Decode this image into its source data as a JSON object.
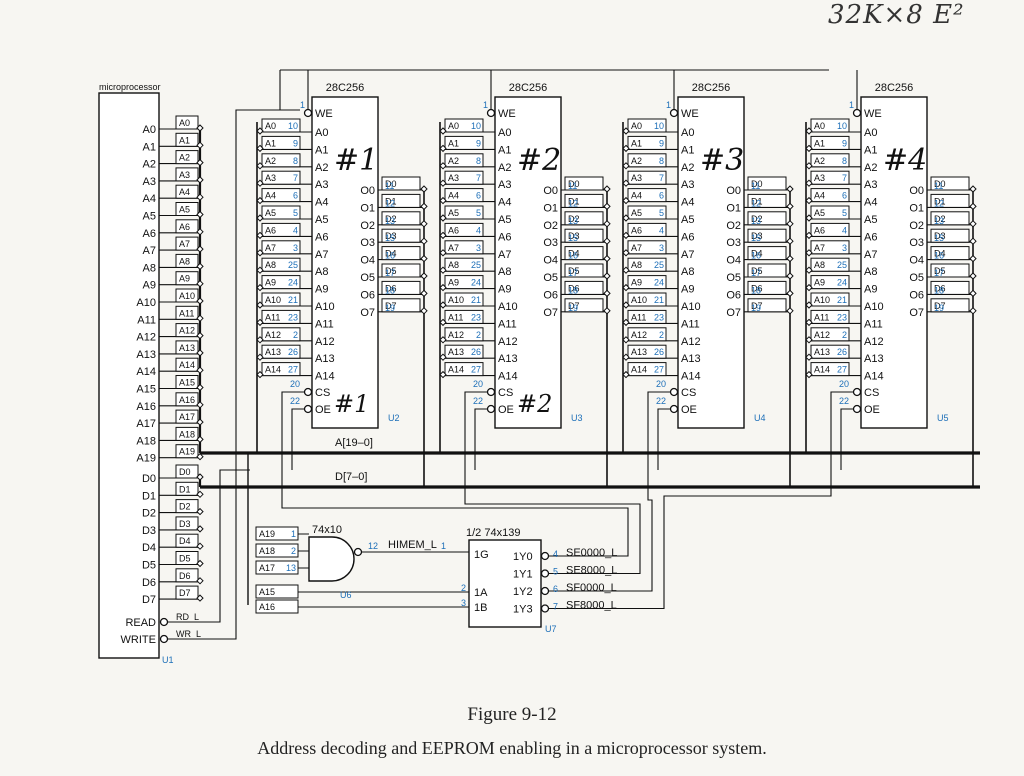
{
  "caption": {
    "title": "Figure 9-12",
    "description": "Address decoding and EEPROM enabling in a microprocessor system."
  },
  "handwritten_note": "32K×8 E²",
  "microprocessor": {
    "label": "microprocessor",
    "ref": "U1",
    "address_pins": [
      "A0",
      "A1",
      "A2",
      "A3",
      "A4",
      "A5",
      "A6",
      "A7",
      "A8",
      "A9",
      "A10",
      "A11",
      "A12",
      "A13",
      "A14",
      "A15",
      "A16",
      "A17",
      "A18",
      "A19"
    ],
    "data_pins": [
      "D0",
      "D1",
      "D2",
      "D3",
      "D4",
      "D5",
      "D6",
      "D7"
    ],
    "control_pins": [
      "READ",
      "WRITE"
    ],
    "control_signals": [
      "RD_L",
      "WR_L"
    ]
  },
  "memory_pin_map": [
    {
      "name": "A0",
      "num": "10"
    },
    {
      "name": "A1",
      "num": "9"
    },
    {
      "name": "A2",
      "num": "8"
    },
    {
      "name": "A3",
      "num": "7"
    },
    {
      "name": "A4",
      "num": "6"
    },
    {
      "name": "A5",
      "num": "5"
    },
    {
      "name": "A6",
      "num": "4"
    },
    {
      "name": "A7",
      "num": "3"
    },
    {
      "name": "A8",
      "num": "25"
    },
    {
      "name": "A9",
      "num": "24"
    },
    {
      "name": "A10",
      "num": "21"
    },
    {
      "name": "A11",
      "num": "23"
    },
    {
      "name": "A12",
      "num": "2"
    },
    {
      "name": "A13",
      "num": "26"
    },
    {
      "name": "A14",
      "num": "27"
    }
  ],
  "memory_output_map": [
    {
      "name": "O0",
      "num": "11",
      "data": "D0"
    },
    {
      "name": "O1",
      "num": "12",
      "data": "D1"
    },
    {
      "name": "O2",
      "num": "13",
      "data": "D2"
    },
    {
      "name": "O3",
      "num": "15",
      "data": "D3"
    },
    {
      "name": "O4",
      "num": "16",
      "data": "D4"
    },
    {
      "name": "O5",
      "num": "17",
      "data": "D5"
    },
    {
      "name": "O6",
      "num": "18",
      "data": "D6"
    },
    {
      "name": "O7",
      "num": "19",
      "data": "D7"
    }
  ],
  "memory_chips": [
    {
      "part": "28C256",
      "ref": "U2",
      "note": "#1",
      "cs_note": "#1"
    },
    {
      "part": "28C256",
      "ref": "U3",
      "note": "#2",
      "cs_note": "#2"
    },
    {
      "part": "28C256",
      "ref": "U4",
      "note": "#3",
      "cs_note": ""
    },
    {
      "part": "28C256",
      "ref": "U5",
      "note": "#4",
      "cs_note": ""
    }
  ],
  "control_pin_labels": {
    "we": "WE",
    "cs": "CS",
    "oe": "OE",
    "we_num": "1",
    "cs_num": "20",
    "oe_num": "22"
  },
  "buses": {
    "address": "A[19–0]",
    "data": "D[7–0]"
  },
  "nand_gate": {
    "part": "74x10",
    "ref": "U6",
    "inputs": [
      {
        "name": "A19",
        "num": "1"
      },
      {
        "name": "A18",
        "num": "2"
      },
      {
        "name": "A17",
        "num": "13"
      }
    ],
    "output_num": "12",
    "output_signal": "HIMEM_L"
  },
  "decoder": {
    "part": "1/2 74x139",
    "ref": "U7",
    "enable": {
      "name": "1G",
      "num": "1"
    },
    "inputs": [
      {
        "name": "1A",
        "num": "2",
        "signal": "A15"
      },
      {
        "name": "1B",
        "num": "3",
        "signal": "A16"
      }
    ],
    "outputs": [
      {
        "name": "1Y0",
        "num": "4",
        "signal": "SE0000_L"
      },
      {
        "name": "1Y1",
        "num": "5",
        "signal": "SE8000_L"
      },
      {
        "name": "1Y2",
        "num": "6",
        "signal": "SF0000_L"
      },
      {
        "name": "1Y3",
        "num": "7",
        "signal": "SF8000_L"
      }
    ]
  }
}
